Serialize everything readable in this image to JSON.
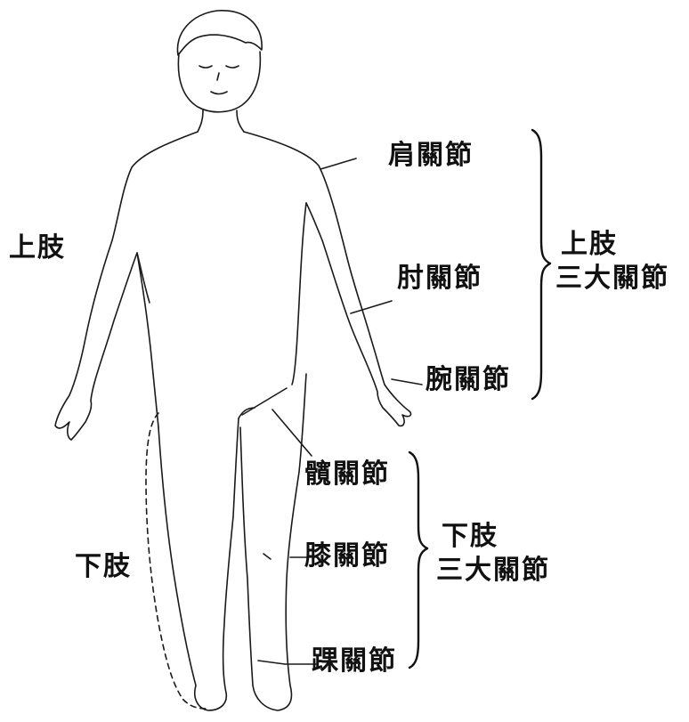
{
  "labels": {
    "upper_limb": "上肢",
    "lower_limb": "下肢",
    "shoulder_joint": "肩關節",
    "elbow_joint": "肘關節",
    "wrist_joint": "腕關節",
    "hip_joint": "髖關節",
    "knee_joint": "膝關節",
    "ankle_joint": "踝關節",
    "upper_group": "上肢",
    "upper_group_2": "三大關節",
    "lower_group": "下肢",
    "lower_group_2": "三大關節"
  }
}
